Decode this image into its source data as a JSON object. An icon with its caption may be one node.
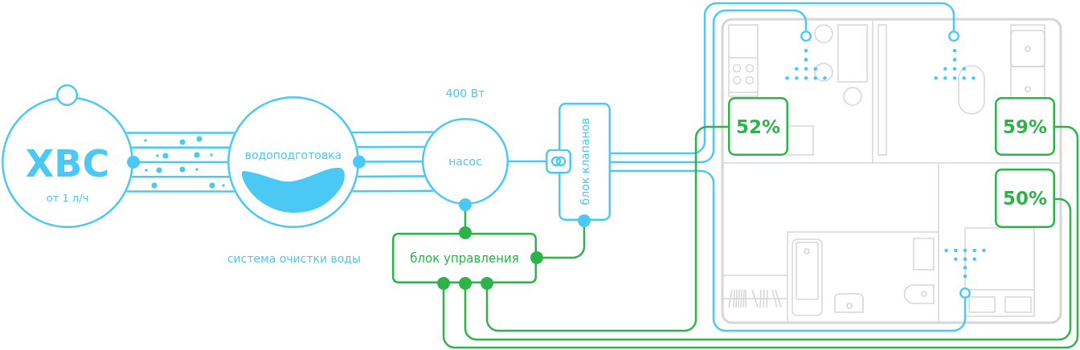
{
  "diagram": {
    "nodes": [
      {
        "text": [
          "ХВС",
          "от 1 л/ч"
        ]
      },
      {
        "text": [
          "водоподготовка"
        ],
        "beside": [
          "система очистки воды"
        ]
      },
      {
        "text": [
          "насос"
        ],
        "beside": [
          "400 Вт"
        ]
      },
      {
        "text": [
          "блок клапанов"
        ]
      },
      {
        "text": [
          "блок управления"
        ]
      },
      {
        "text": [],
        "shape": "circle"
      },
      {
        "text": [],
        "shape": "circle"
      },
      {
        "text": [
          "52%"
        ]
      },
      {
        "text": [
          "59%"
        ]
      },
      {
        "text": [
          "50%"
        ]
      },
      {
        "text": [],
        "shape": "circle"
      }
    ],
    "edges": [
      {
        "from": 0,
        "to": 1,
        "arrow": "none"
      },
      {
        "from": 0,
        "to": 1,
        "arrow": "none"
      },
      {
        "from": 0,
        "to": 1,
        "arrow": "other"
      },
      {
        "from": 0,
        "to": 1,
        "arrow": "none"
      },
      {
        "from": 0,
        "to": 1,
        "arrow": "none"
      },
      {
        "from": 1,
        "to": 2,
        "arrow": "none"
      },
      {
        "from": 1,
        "to": 2,
        "arrow": "none"
      },
      {
        "from": 1,
        "to": 2,
        "arrow": "other"
      },
      {
        "from": 1,
        "to": 2,
        "arrow": "none"
      },
      {
        "from": 1,
        "to": 2,
        "arrow": "none"
      },
      {
        "from": 2,
        "to": 3,
        "arrow": "other"
      },
      {
        "from": 2,
        "to": 4,
        "arrow": "other",
        "color": "#2db34a"
      },
      {
        "from": 3,
        "to": 4,
        "arrow": "other",
        "color": "#2db34a"
      },
      {
        "from": 3,
        "to": 5,
        "arrow": "none"
      },
      {
        "from": 3,
        "to": 6,
        "arrow": "none"
      },
      {
        "from": 3,
        "to": 10,
        "arrow": "none"
      },
      {
        "from": 4,
        "to": 7,
        "arrow": "other",
        "color": "#2db34a"
      },
      {
        "from": 4,
        "to": 8,
        "arrow": "other",
        "color": "#2db34a"
      },
      {
        "from": 4,
        "to": 9,
        "arrow": "other",
        "color": "#2db34a"
      }
    ]
  }
}
